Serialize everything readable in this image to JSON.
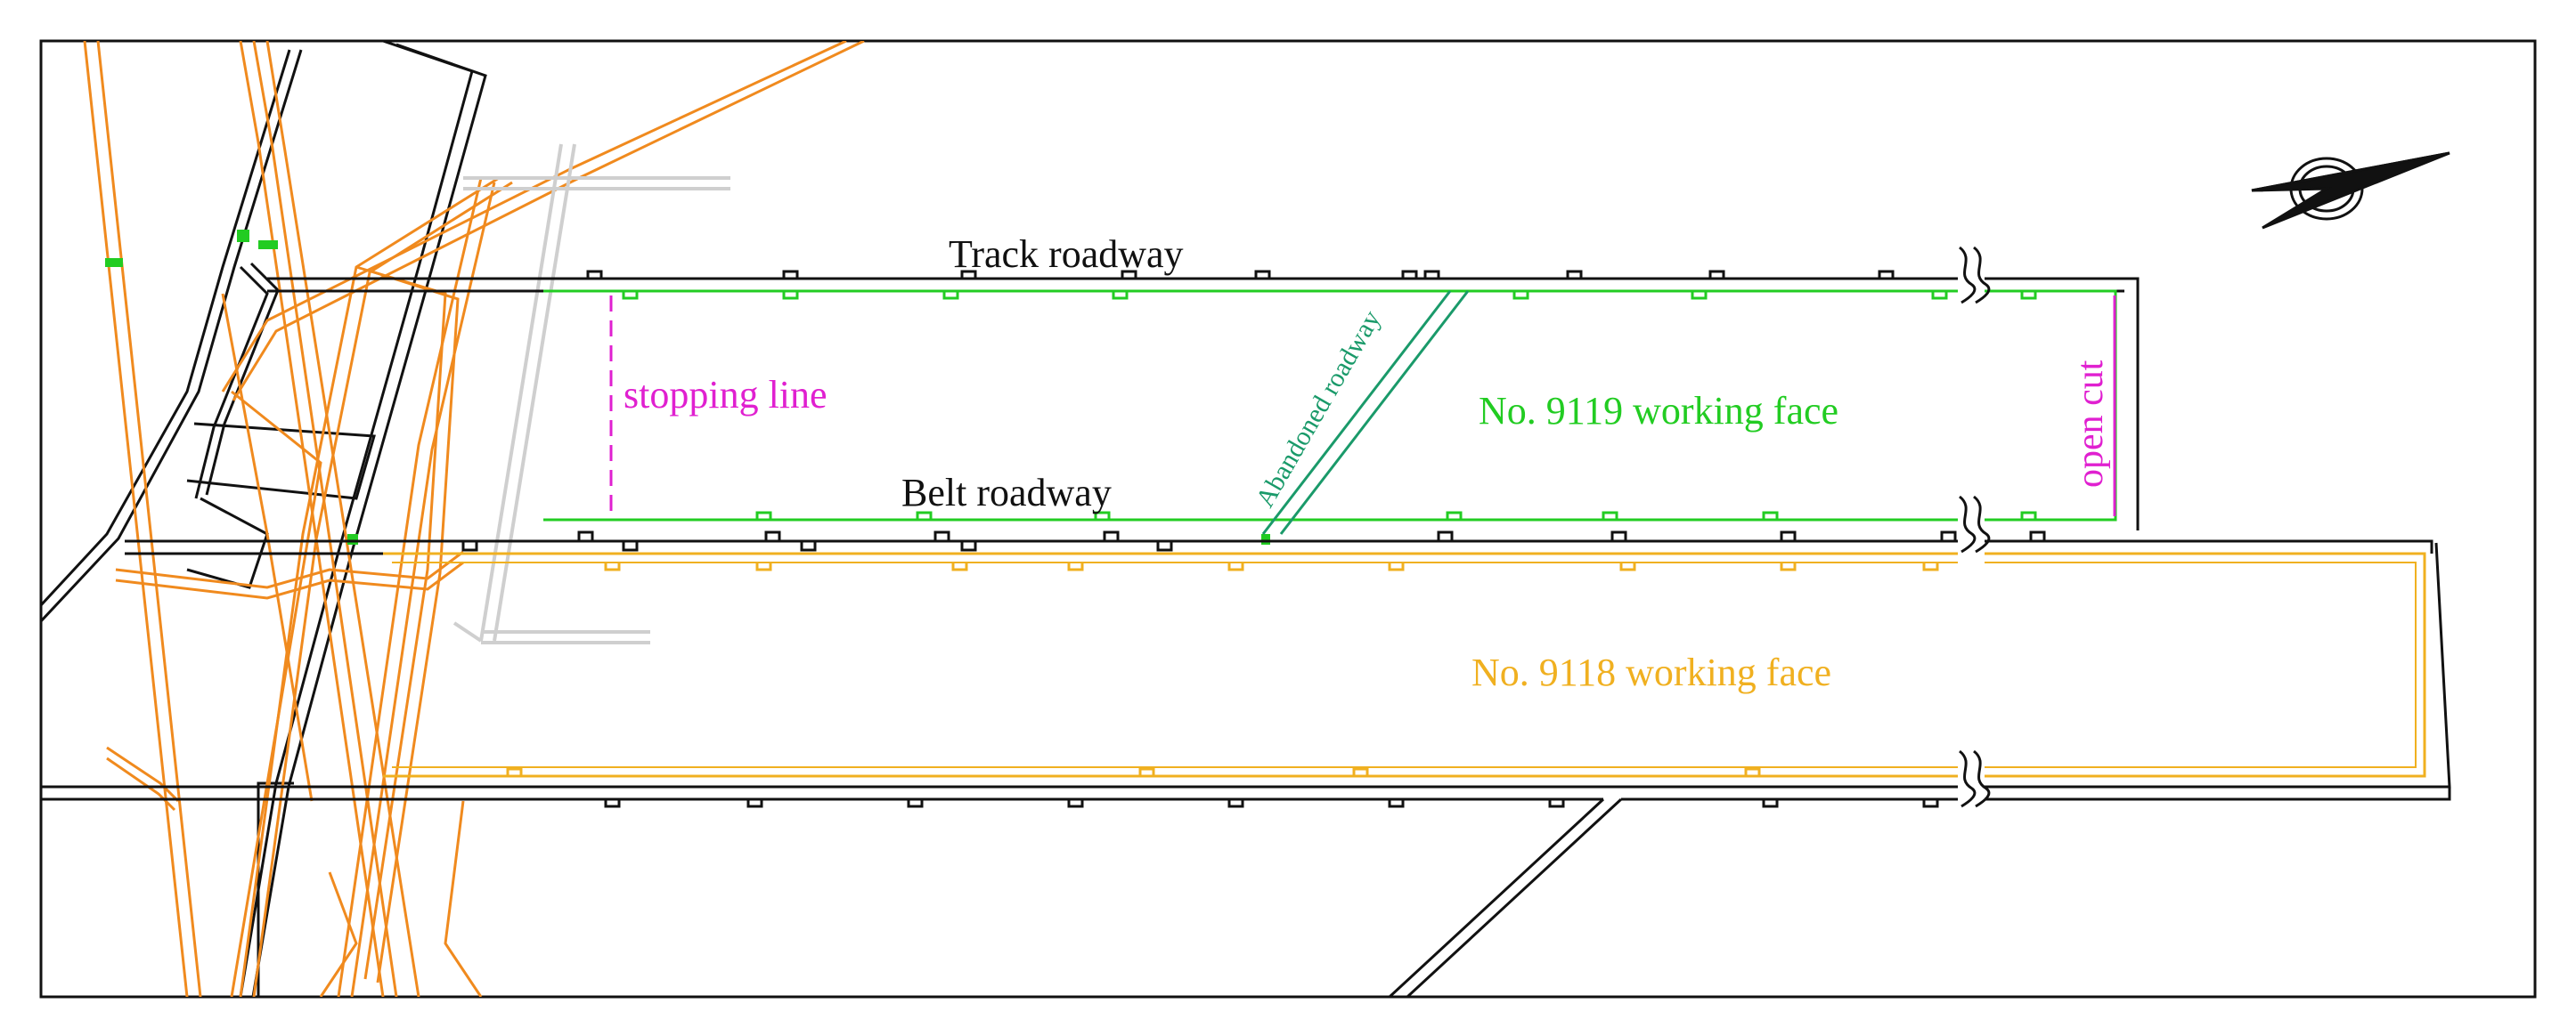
{
  "labels": {
    "track_roadway": "Track roadway",
    "belt_roadway": "Belt roadway",
    "stopping_line": "stopping line",
    "abandoned_roadway": "Abandoned roadway",
    "face_9119": "No. 9119 working face",
    "open_cut": "open cut",
    "face_9118": "No. 9118 working face"
  },
  "colors": {
    "roadway": "#111111",
    "face_9119": "#22cc22",
    "face_9118": "#f0b020",
    "abandoned_roadway": "#1a9a6a",
    "stopping_line": "#e020d0",
    "open_cut": "#e020d0",
    "crossing_roadways": "#f08a1e",
    "gray_roadways": "#cfcfcf"
  },
  "icons": {
    "north_arrow": "north-arrow-icon",
    "break_symbol": "break-line-icon"
  }
}
